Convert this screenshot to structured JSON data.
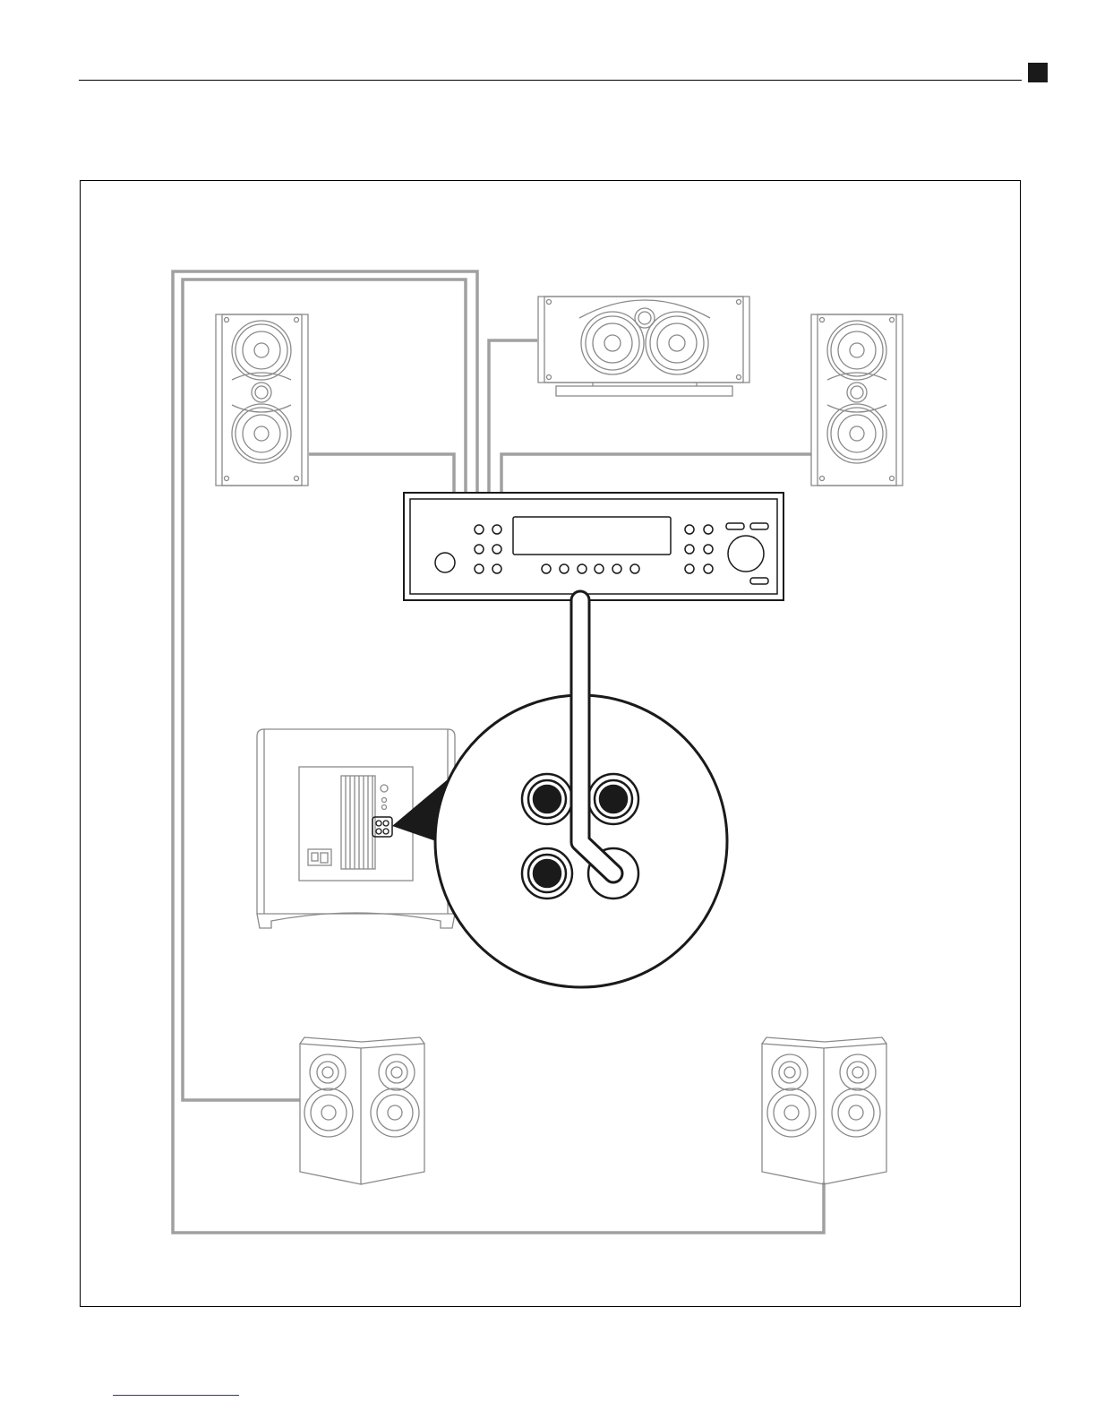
{
  "page": {
    "accent_square_color": "#1a1a1a",
    "link_underline_color": "#2233cc"
  },
  "diagram": {
    "caption": "",
    "components": [
      {
        "name": "front-left-speaker",
        "icon": "bookshelf-speaker"
      },
      {
        "name": "center-channel-speaker",
        "icon": "center-speaker"
      },
      {
        "name": "front-right-speaker",
        "icon": "bookshelf-speaker"
      },
      {
        "name": "av-receiver",
        "icon": "receiver"
      },
      {
        "name": "subwoofer",
        "icon": "subwoofer"
      },
      {
        "name": "subwoofer-input-detail",
        "icon": "rca-jack-magnifier"
      },
      {
        "name": "surround-left-speaker",
        "icon": "bipole-speaker"
      },
      {
        "name": "surround-right-speaker",
        "icon": "bipole-speaker"
      }
    ],
    "colors": {
      "wire": "#9a9a9a",
      "line": "#1a1a1a",
      "speaker_line": "#888888"
    }
  }
}
